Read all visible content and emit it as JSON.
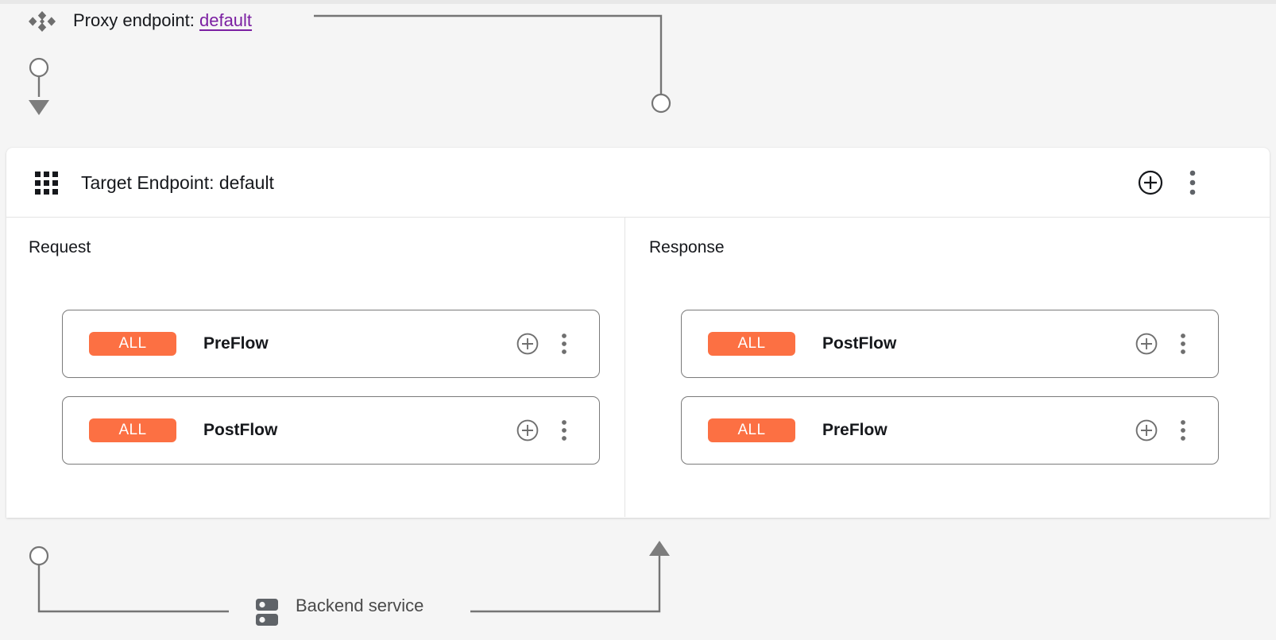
{
  "proxy": {
    "icon": "proxy-diamond-icon",
    "label_prefix": "Proxy endpoint: ",
    "endpoint_name": "default"
  },
  "target_endpoint": {
    "icon": "grid-apps-icon",
    "title": "Target Endpoint: default",
    "add_icon": "circle-plus-icon",
    "more_icon": "more-vertical-icon"
  },
  "columns": {
    "request": {
      "title": "Request",
      "flows": [
        {
          "badge": "ALL",
          "name": "PreFlow",
          "add_icon": "circle-plus-icon",
          "more_icon": "more-vertical-icon"
        },
        {
          "badge": "ALL",
          "name": "PostFlow",
          "add_icon": "circle-plus-icon",
          "more_icon": "more-vertical-icon"
        }
      ]
    },
    "response": {
      "title": "Response",
      "flows": [
        {
          "badge": "ALL",
          "name": "PostFlow",
          "add_icon": "circle-plus-icon",
          "more_icon": "more-vertical-icon"
        },
        {
          "badge": "ALL",
          "name": "PreFlow",
          "add_icon": "circle-plus-icon",
          "more_icon": "more-vertical-icon"
        }
      ]
    }
  },
  "backend": {
    "icon": "server-rack-icon",
    "label": "Backend service"
  },
  "colors": {
    "badge_orange": "#fc7043",
    "link_purple": "#7b1fa2",
    "connector_gray": "#757575",
    "card_border": "#7a7a7a",
    "page_background": "#f5f5f5",
    "panel_background": "#ffffff"
  }
}
